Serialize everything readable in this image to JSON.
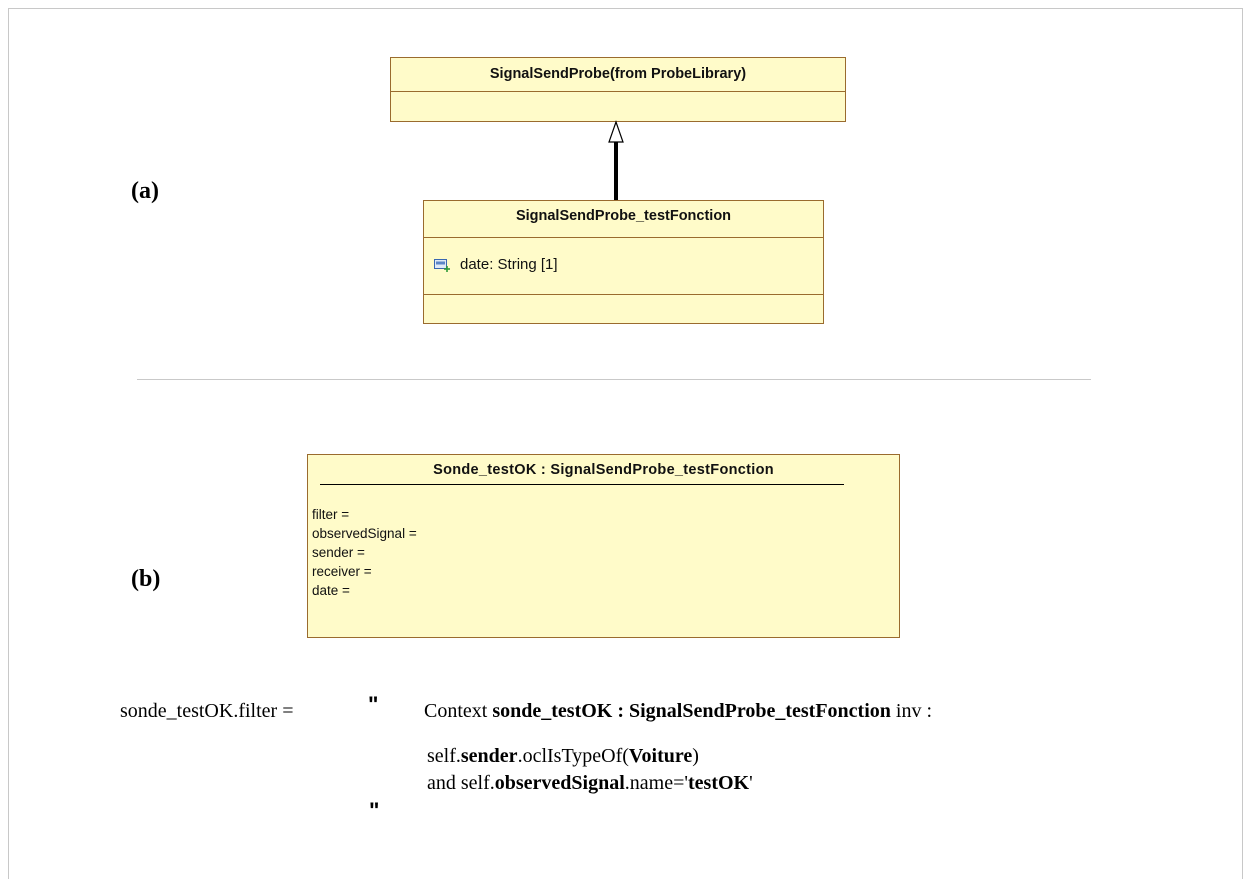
{
  "labels": {
    "a": "(a)",
    "b": "(b)"
  },
  "class_diagram": {
    "parent": {
      "name": "SignalSendProbe(from ProbeLibrary)"
    },
    "child": {
      "name": "SignalSendProbe_testFonction",
      "attribute": "date: String [1]",
      "attribute_icon": "property-icon"
    },
    "relation": "generalization"
  },
  "object_diagram": {
    "title": "Sonde_testOK : SignalSendProbe_testFonction",
    "slots": [
      "filter =",
      "observedSignal =",
      "sender =",
      "receiver =",
      "date ="
    ]
  },
  "ocl": {
    "assign": "sonde_testOK.filter =",
    "open_quote": "\"",
    "context_kw": "Context",
    "context_type": "sonde_testOK : SignalSendProbe_testFonction",
    "inv": "inv :",
    "line2_a": "self.",
    "line2_b": "sender",
    "line2_c": ".oclIsTypeOf(",
    "line2_d": "Voiture",
    "line2_e": ")",
    "line3_a": "and self.",
    "line3_b": "observedSignal",
    "line3_c": ".name='",
    "line3_d": "testOK",
    "line3_e": "'",
    "close_quote": "\""
  },
  "colors": {
    "box_fill": "#fffbc9",
    "box_border": "#9a6b2e"
  }
}
